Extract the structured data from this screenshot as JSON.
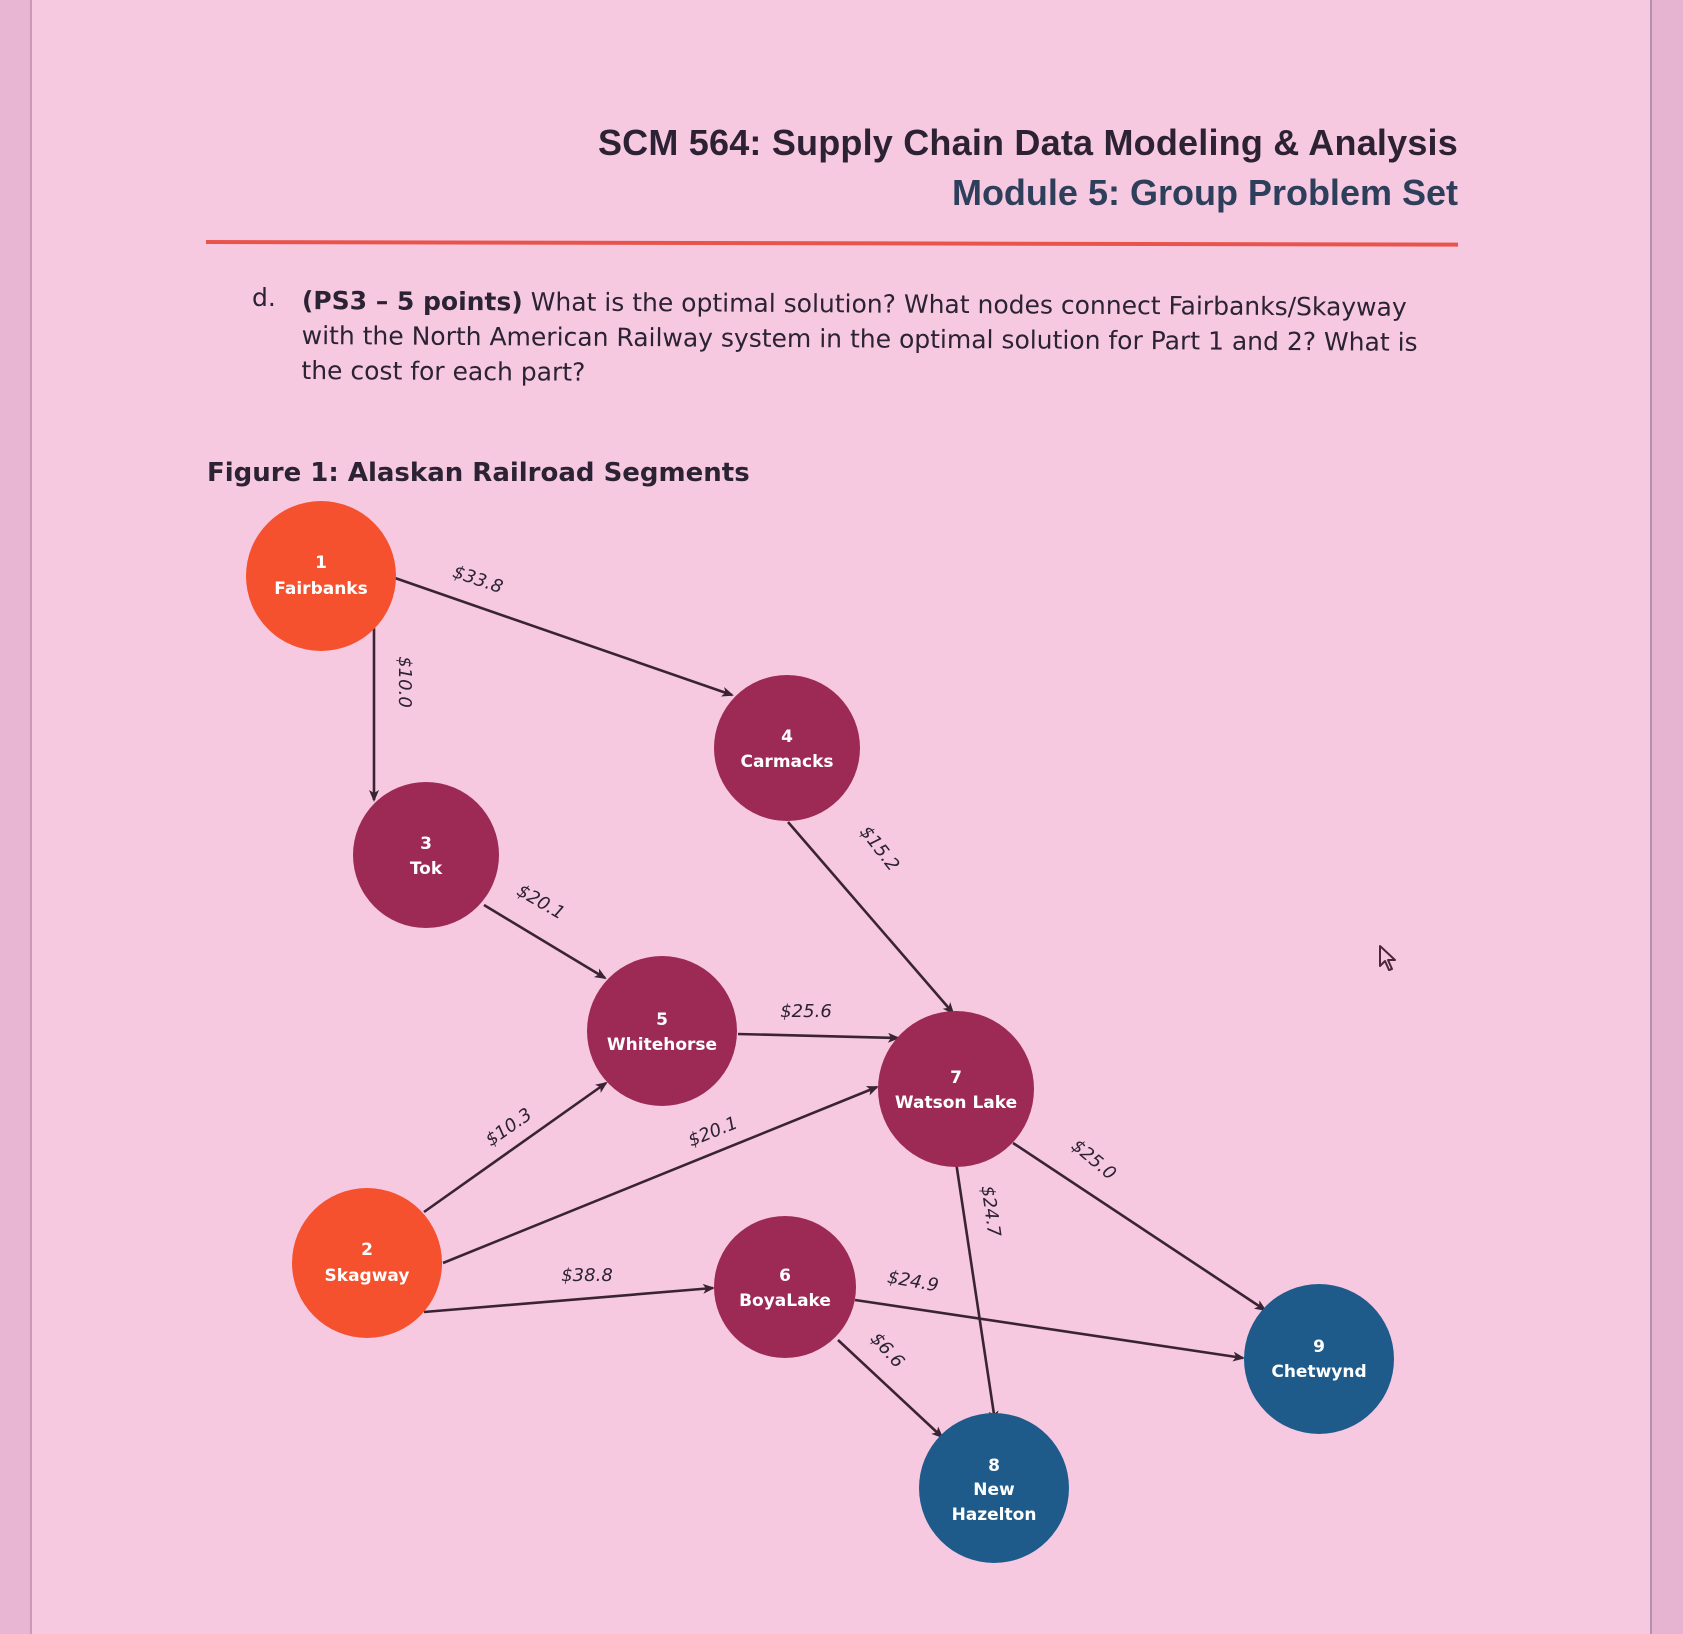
{
  "header": {
    "course_title": "SCM 564:  Supply Chain Data Modeling & Analysis",
    "module_title": "Module 5: Group Problem Set"
  },
  "question": {
    "letter": "d.",
    "points_label": "(PS3 – 5 points)",
    "text": " What is the optimal solution? What nodes connect Fairbanks/Skayway with the North American Railway system in the optimal solution for Part 1 and 2? What is the cost for each part?"
  },
  "figure": {
    "caption": "Figure 1:  Alaskan Railroad Segments",
    "colors": {
      "origin": "#f5512f",
      "transshipment": "#9c2a54",
      "destination": "#1f5b8a",
      "edge": "#3a2434"
    },
    "nodes": [
      {
        "id": "1",
        "name": "Fairbanks",
        "type": "origin"
      },
      {
        "id": "2",
        "name": "Skagway",
        "type": "origin"
      },
      {
        "id": "3",
        "name": "Tok",
        "type": "transshipment"
      },
      {
        "id": "4",
        "name": "Carmacks",
        "type": "transshipment"
      },
      {
        "id": "5",
        "name": "Whitehorse",
        "type": "transshipment"
      },
      {
        "id": "6",
        "name": "BoyaLake",
        "type": "transshipment"
      },
      {
        "id": "7",
        "name": "Watson Lake",
        "type": "transshipment"
      },
      {
        "id": "8",
        "name_line1": "New",
        "name_line2": "Hazelton",
        "type": "destination"
      },
      {
        "id": "9",
        "name": "Chetwynd",
        "type": "destination"
      }
    ],
    "edges": [
      {
        "from": "1",
        "to": "4",
        "cost": "$33.8"
      },
      {
        "from": "1",
        "to": "3",
        "cost": "$10.0"
      },
      {
        "from": "3",
        "to": "5",
        "cost": "$20.1"
      },
      {
        "from": "4",
        "to": "7",
        "cost": "$15.2"
      },
      {
        "from": "5",
        "to": "7",
        "cost": "$25.6"
      },
      {
        "from": "2",
        "to": "5",
        "cost": "$10.3"
      },
      {
        "from": "2",
        "to": "7",
        "cost": "$20.1"
      },
      {
        "from": "2",
        "to": "6",
        "cost": "$38.8"
      },
      {
        "from": "7",
        "to": "9",
        "cost": "$25.0"
      },
      {
        "from": "7",
        "to": "8",
        "cost": "$24.7"
      },
      {
        "from": "6",
        "to": "9",
        "cost": "$24.9"
      },
      {
        "from": "6",
        "to": "8",
        "cost": "$6.6"
      }
    ]
  }
}
